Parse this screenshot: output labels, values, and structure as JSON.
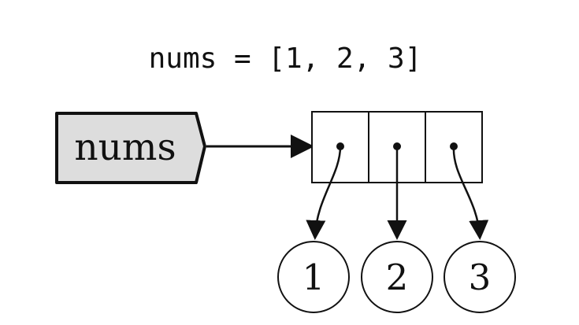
{
  "code": {
    "statement": "nums = [1, 2, 3]"
  },
  "variable": {
    "name": "nums"
  },
  "list": {
    "values": [
      "1",
      "2",
      "3"
    ]
  },
  "colors": {
    "stroke": "#111111",
    "variable_fill": "#dddddd",
    "background": "#ffffff"
  }
}
